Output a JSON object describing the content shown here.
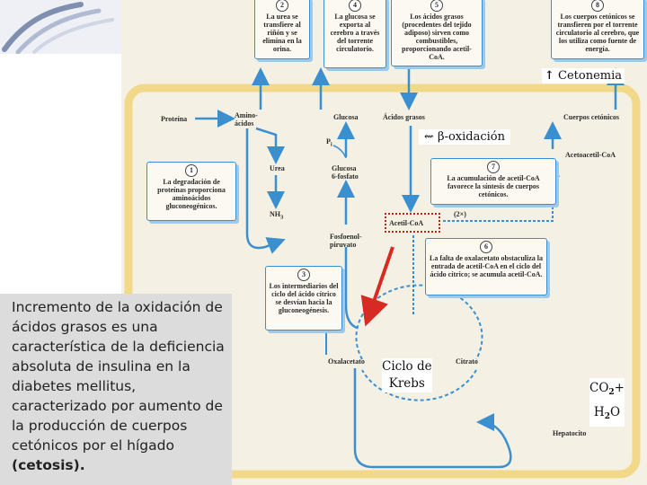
{
  "left_text": {
    "body": "Incremento de la oxidación de ácidos grasos es una característica de la deficiencia absoluta de insulina en la diabetes mellitus, caracterizado por aumento de la producción de cuerpos cetónicos por el hígado",
    "bold": "(cetosis)."
  },
  "overlays": {
    "cetonemia_arrow": "↑",
    "cetonemia": "Cetonemia",
    "beta_ox_arrow": "⇜",
    "beta_ox": "β-oxidación",
    "krebs_line1": "Ciclo de",
    "krebs_line2": "Krebs",
    "co2": "CO",
    "co2_sub": "2",
    "plus": "+",
    "h2o_h": "H",
    "h2o_sub": "2",
    "h2o_o": "O"
  },
  "diagram_labels": {
    "proteina": "Proteína",
    "aminoacidos_1": "Amino-",
    "aminoacidos_2": "ácidos",
    "glucosa": "Glucosa",
    "acidos_grasos": "Ácidos grasos",
    "cuerpos_cetonicos": "Cuerpos cetónicos",
    "pi": "P",
    "pi_sub": "i",
    "urea": "Urea",
    "glucosa6_1": "Glucosa",
    "glucosa6_2": "6-fosfato",
    "acetoacetil": "Acetoacetil-CoA",
    "nh3": "NH",
    "nh3_sub": "3",
    "fosfoenol_1": "Fosfoenol-",
    "fosfoenol_2": "piruvato",
    "acetil_coa": "Acetil-CoA",
    "times2": "(2×)",
    "oxalacetato": "Oxalacetato",
    "citrato": "Citrato",
    "hepatocito": "Hepatocito"
  },
  "boxes": [
    {
      "num": "2",
      "text": "La urea se transfiere al riñón y se elimina en la orina."
    },
    {
      "num": "4",
      "text": "La glucosa se exporta al cerebro a través del torrente circulatorio."
    },
    {
      "num": "5",
      "text": "Los ácidos grasos (procedentes del tejido adiposo) sirven como combustibles, proporcionando acetil-CoA."
    },
    {
      "num": "8",
      "text": "Los cuerpos cetónicos se transfieren por el torrente circulatorio al cerebro, que los utiliza como fuente de energía."
    },
    {
      "num": "1",
      "text": "La degradación de proteínas proporciona aminoácidos gluconeogénicos."
    },
    {
      "num": "7",
      "text": "La acumulación de acetil-CoA favorece la síntesis de cuerpos cetónicos."
    },
    {
      "num": "6",
      "text": "La falta de oxalacetato obstaculiza la entrada de acetil-CoA en el ciclo del ácido cítrico; se acumula acetil-CoA."
    },
    {
      "num": "3",
      "text": "Los intermediarios del ciclo del ácido cítrico se desvían hacia la gluconeogénesis."
    }
  ],
  "colors": {
    "pathway_blue": "#3a8fd0",
    "membrane": "#f2d98a",
    "highlight_red": "#c0201c"
  }
}
